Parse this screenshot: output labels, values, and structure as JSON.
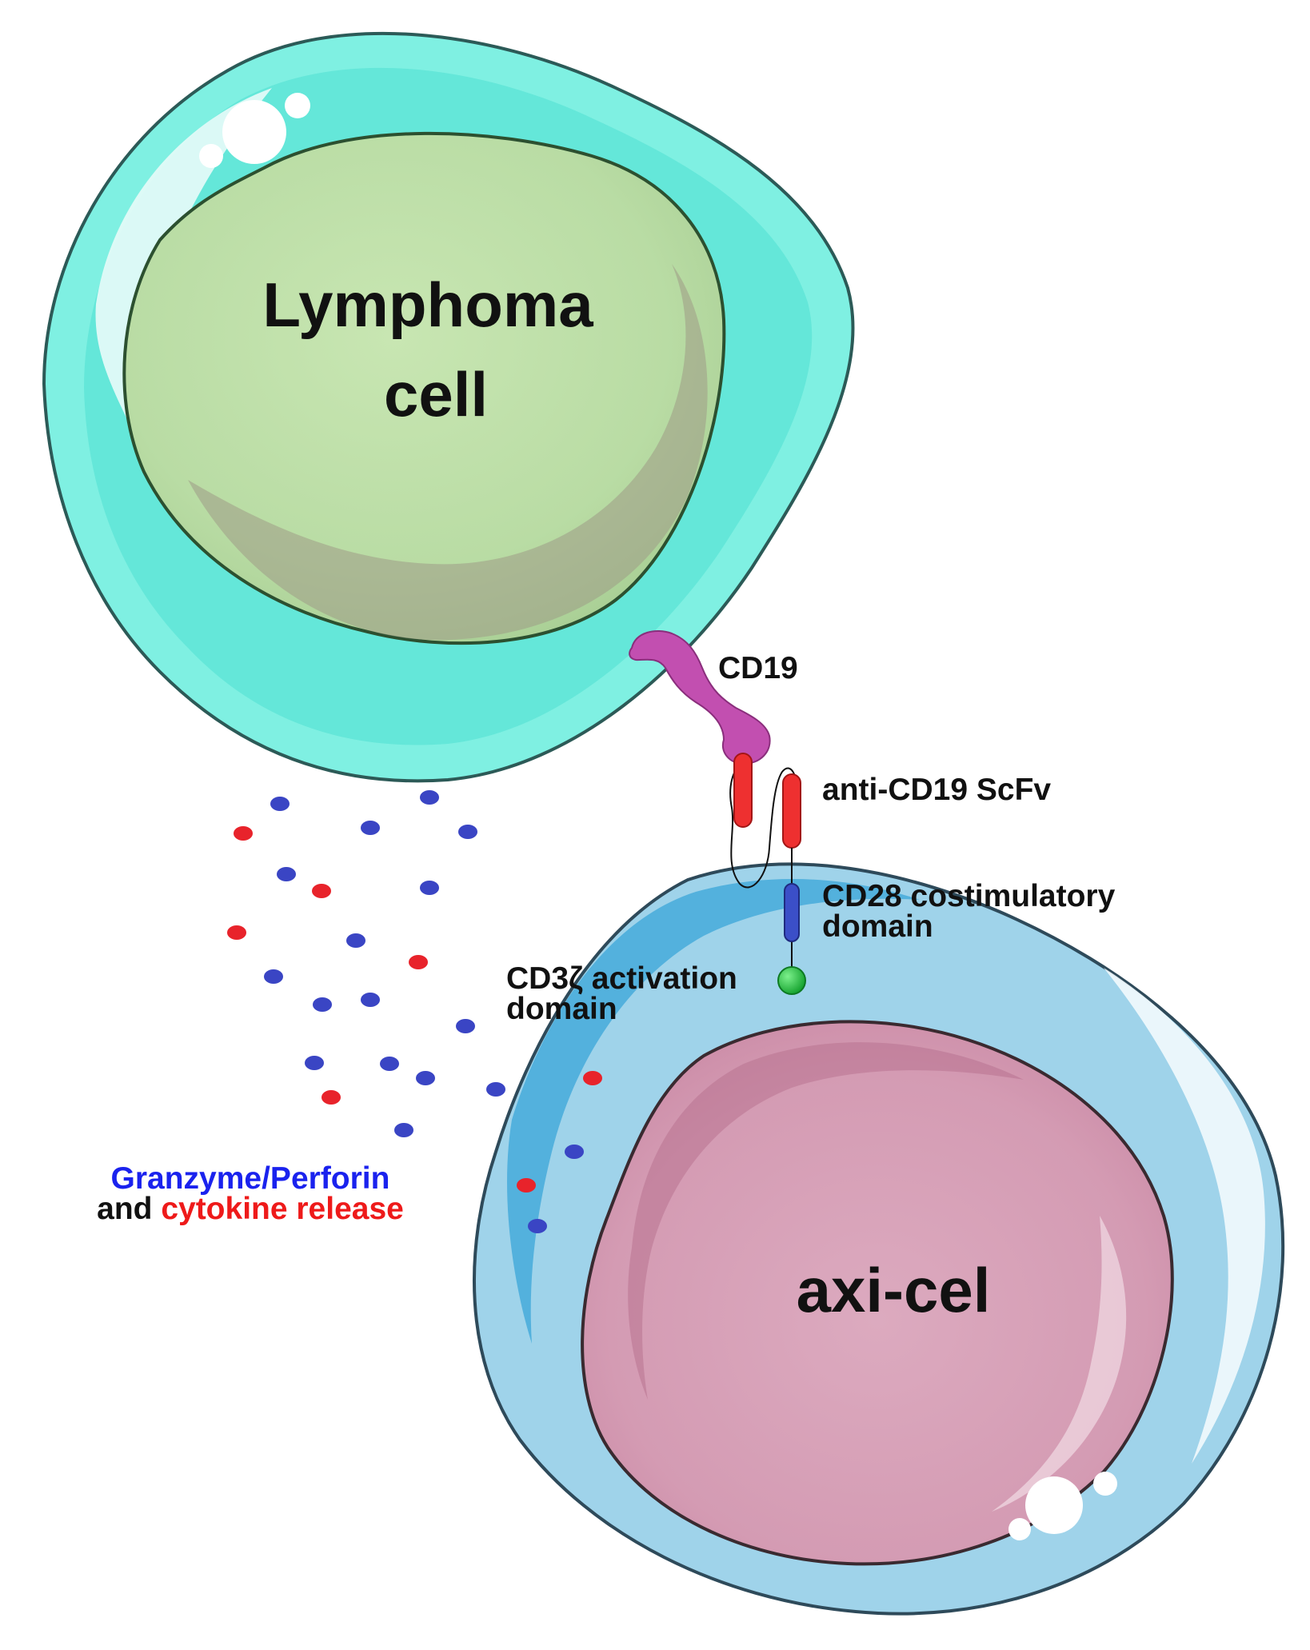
{
  "labels": {
    "lymphoma_line1": "Lymphoma",
    "lymphoma_line2": "cell",
    "axicel": "axi-cel",
    "cd19": "CD19",
    "scfv": "anti-CD19 ScFv",
    "cd28_line1": "CD28 costimulatory",
    "cd28_line2": "domain",
    "cd3z_line1": "CD3ζ activation",
    "cd3z_line2": "domain",
    "release_line1": "Granzyme/Perforin",
    "release_line2_part1": "and ",
    "release_line2_part2": "cytokine release"
  },
  "colors": {
    "lymphoma_membrane": "#7ff0e2",
    "lymphoma_nucleus": "#bfe0a8",
    "axicel_membrane": "#9fd3ea",
    "axicel_nucleus": "#d9a7bd",
    "cd19": "#c24fb0",
    "scfv": "#ee3030",
    "cd28": "#3b4fc8",
    "cd3z": "#1dbb3c",
    "granzyme_text": "#1a22ee",
    "cytokine_text": "#ee1a1a",
    "granule_blue": "#3a45c4",
    "granule_red": "#e8232b"
  },
  "icons": {
    "lymphoma_cell": "lymphoma-cell-icon",
    "axicel_cell": "car-t-cell-icon",
    "cd19": "cd19-antigen-icon",
    "scfv": "scfv-icon",
    "cd28": "cd28-domain-icon",
    "cd3z": "cd3z-domain-icon"
  }
}
